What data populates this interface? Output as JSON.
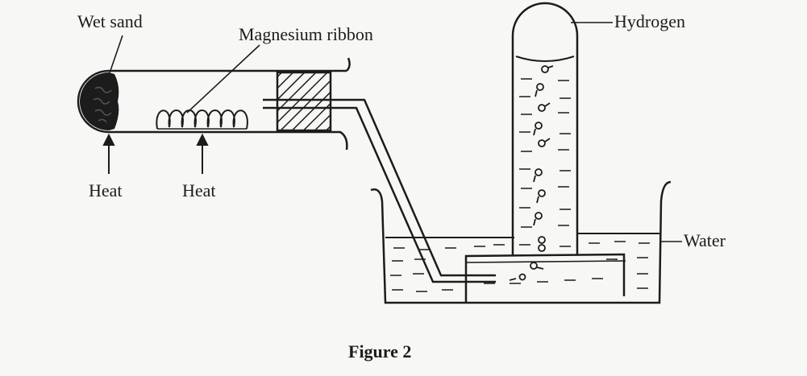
{
  "labels": {
    "wet_sand": "Wet sand",
    "magnesium_ribbon": "Magnesium ribbon",
    "hydrogen": "Hydrogen",
    "water": "Water",
    "heat_left": "Heat",
    "heat_right": "Heat"
  },
  "caption": "Figure 2",
  "colors": {
    "ink": "#1c1c1c",
    "paper": "#f7f7f5"
  }
}
